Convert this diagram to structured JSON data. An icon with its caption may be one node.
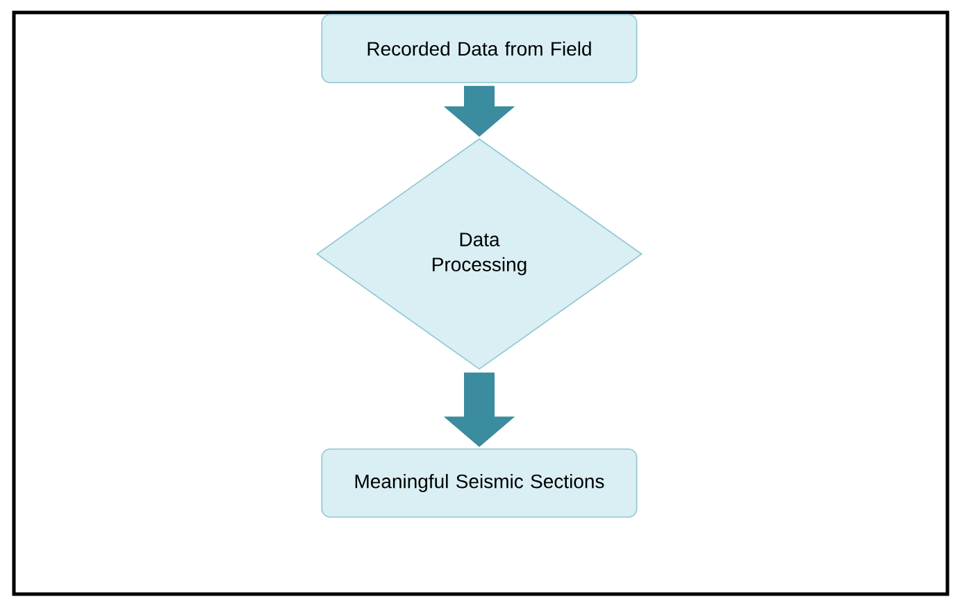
{
  "diagram": {
    "nodes": [
      {
        "text": [
          "Recorded Data from Field"
        ]
      },
      {
        "text": [
          "Data Processing"
        ]
      },
      {
        "text": [
          "Meaningful Seismic Sections"
        ]
      }
    ],
    "edges": [
      {
        "from": 0,
        "to": 1,
        "arrow": "to"
      },
      {
        "from": 1,
        "to": 2,
        "arrow": "to"
      }
    ]
  }
}
